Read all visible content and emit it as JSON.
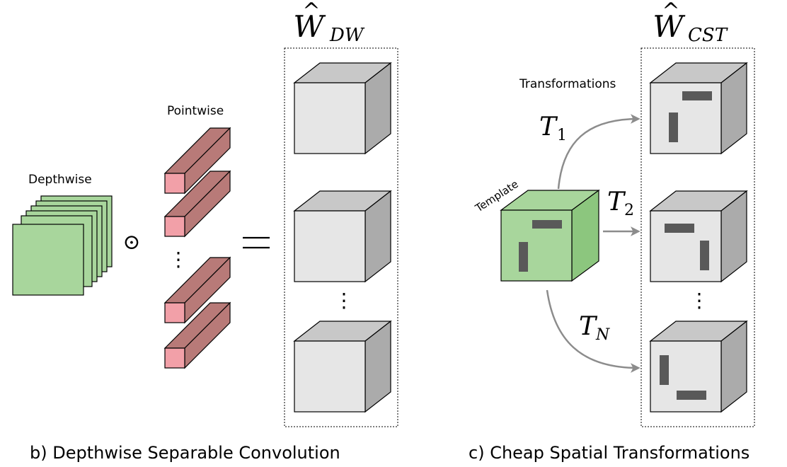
{
  "panel_b": {
    "caption": "b) Depthwise Separable Convolution",
    "depthwise_label": "Depthwise",
    "pointwise_label": "Pointwise",
    "operator_symbol": "⊙",
    "equals_symbol": "=",
    "vertical_ellipsis": "⋮",
    "result_label": {
      "main": "W",
      "hat": "^",
      "subscript": "DW"
    }
  },
  "panel_c": {
    "caption": "c) Cheap Spatial Transformations",
    "transformations_label": "Transformations",
    "template_label": "Template",
    "vertical_ellipsis": "⋮",
    "result_label": {
      "main": "W",
      "hat": "^",
      "subscript": "CST"
    },
    "transforms": [
      {
        "symbol": "T",
        "subscript": "1"
      },
      {
        "symbol": "T",
        "subscript": "2"
      },
      {
        "symbol": "T",
        "subscript": "N"
      }
    ]
  },
  "colors": {
    "green_fill": "#a8d69c",
    "green_side": "#8cc67e",
    "pink_front": "#f2a0a8",
    "pink_body": "#b87a78",
    "cube_front": "#e6e6e6",
    "cube_side": "#ababab",
    "cube_top": "#c8c8c8",
    "marker": "#595959",
    "arrow": "#8c8c8c"
  }
}
